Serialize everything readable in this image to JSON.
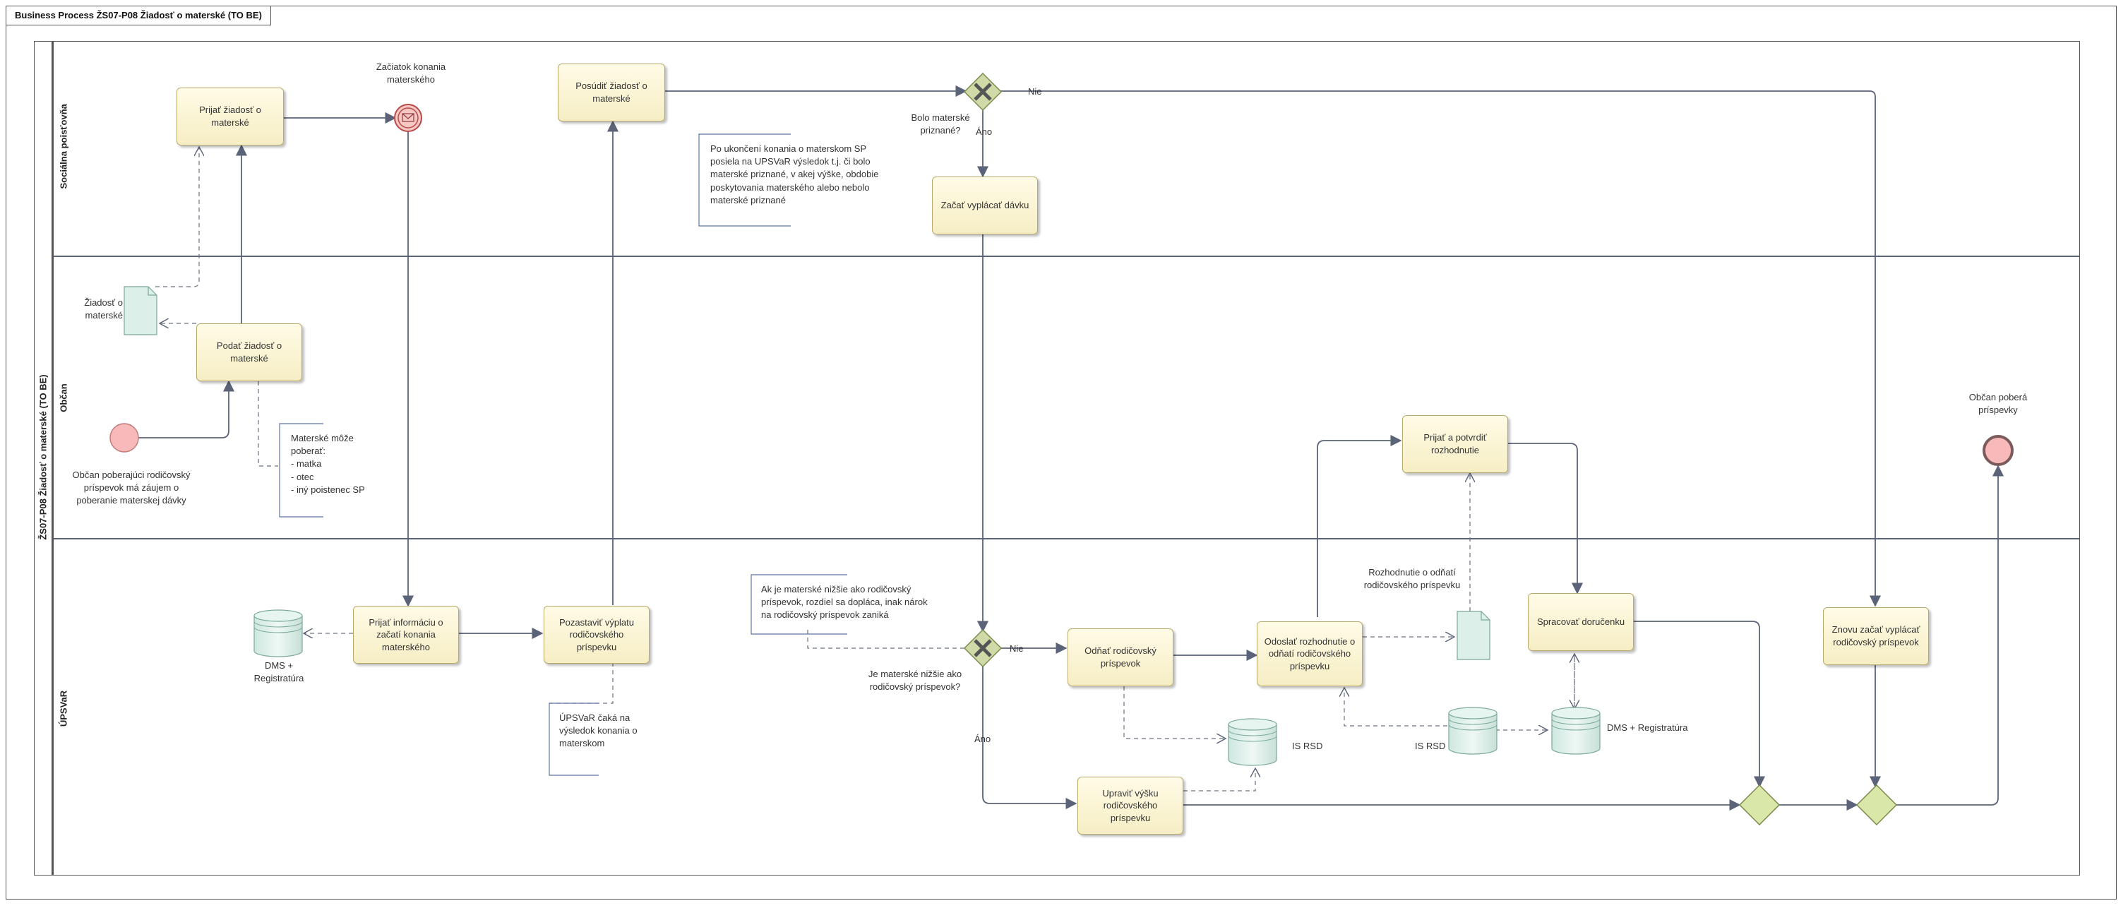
{
  "diagram": {
    "title": "Business Process ŽS07-P08 Žiadosť o materské (TO BE)",
    "pool_label": "ŽS07-P08 Žiadosť o materské (TO BE)",
    "lanes": {
      "social": "Sociálna poisťovňa",
      "citizen": "Občan",
      "upsvar": "ÚPSVaR"
    },
    "tasks": {
      "prijat_ziadost": "Prijať žiadosť o materské",
      "posudit_ziadost": "Posúdiť žiadosť o materské",
      "zacat_vyplacat_davku": "Začať vyplácať dávku",
      "podat_ziadost": "Podať žiadosť o materské",
      "prijat_potvrdit": "Prijať a potvrdiť rozhodnutie",
      "prijat_informaciu": "Prijať informáciu o začatí konania materského",
      "pozastavit_vyplatu": "Pozastaviť výplatu rodičovského príspevku",
      "odnat_prispevok": "Odňať rodičovský príspevok",
      "odoslat_rozhodnutie": "Odoslať rozhodnutie o odňatí rodičovského príspevku",
      "spracovat_dorucenku": "Spracovať doručenku",
      "znovu_zacat": "Znovu začať vyplácať rodičovský príspevok",
      "upravit_vysku": "Upraviť výšku rodičovského príspevku"
    },
    "labels": {
      "zaciatok_konania": "Začiatok konania materského",
      "bolo_materske": "Bolo materské priznané?",
      "je_materske_nizsie": "Je materské nižšie ako rodičovský príspevok?",
      "nie": "Nie",
      "ano": "Áno",
      "ziadost_o_materske": "Žiadosť o materské",
      "start_desc": "Občan poberajúci rodičovský príspevok má záujem o poberanie materskej dávky",
      "end_desc": "Občan poberá príspevky",
      "rozhodnutie_o_odnati": "Rozhodnutie o odňatí rodičovského príspevku",
      "dms_registratura_1": "DMS + Registratúra",
      "dms_registratura_2": "DMS + Registratúra",
      "is_rsd_1": "IS RSD",
      "is_rsd_2": "IS RSD"
    },
    "annotations": {
      "po_ukonceni": "Po ukončení konania o materskom SP posiela na UPSVaR výsledok t.j. či bolo materské priznané, v akej výške, obdobie poskytovania materského alebo nebolo materské priznané",
      "materske_moze": "Materské môže poberať:\n- matka\n- otec\n- iný poistenec SP",
      "ak_je_materske": "Ak je materské nižšie ako rodičovský príspevok, rozdiel sa dopláca, inak nárok na rodičovský príspevok zaniká",
      "upsvar_caka": "ÚPSVaR čaká na výsledok konania o materskom"
    },
    "colors": {
      "task_fill": "#fbf5d6",
      "task_border": "#b7a96b",
      "start_event": "#f7b9b9",
      "gateway": "#d9e7a8",
      "datastore": "#dcefe9",
      "flow": "#5a6378"
    }
  }
}
